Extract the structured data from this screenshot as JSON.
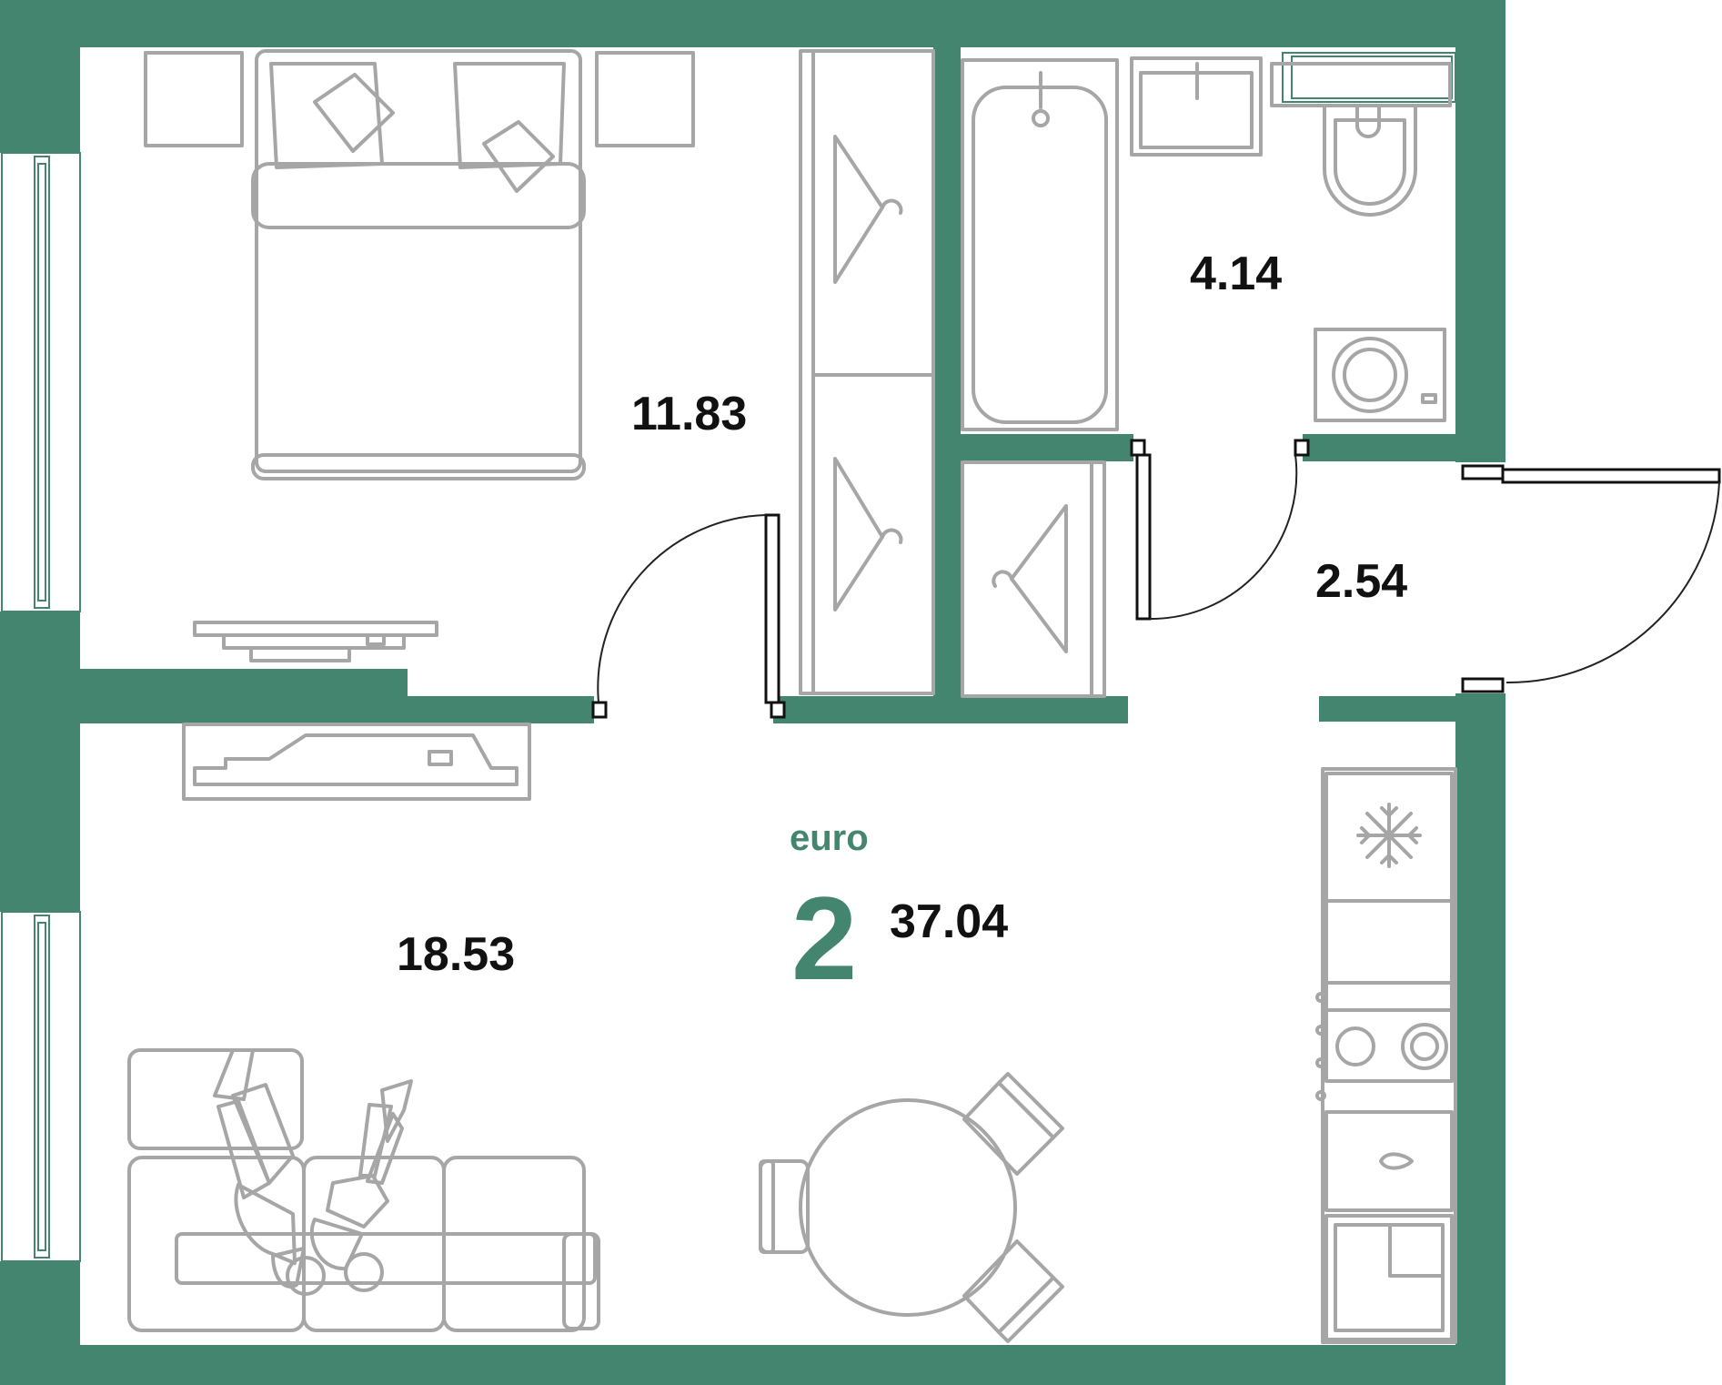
{
  "plan": {
    "rooms": [
      {
        "id": "bedroom",
        "area": "11.83"
      },
      {
        "id": "bathroom",
        "area": "4.14"
      },
      {
        "id": "hallway",
        "area": "2.54"
      },
      {
        "id": "living-kitchen",
        "area": "18.53"
      }
    ],
    "apartment": {
      "type_label": "euro",
      "rooms_count": "2",
      "total_area": "37.04"
    },
    "colors": {
      "walls": "#44856f",
      "furniture": "#a6a6a6",
      "text": "#111111",
      "accent": "#44856f"
    }
  }
}
